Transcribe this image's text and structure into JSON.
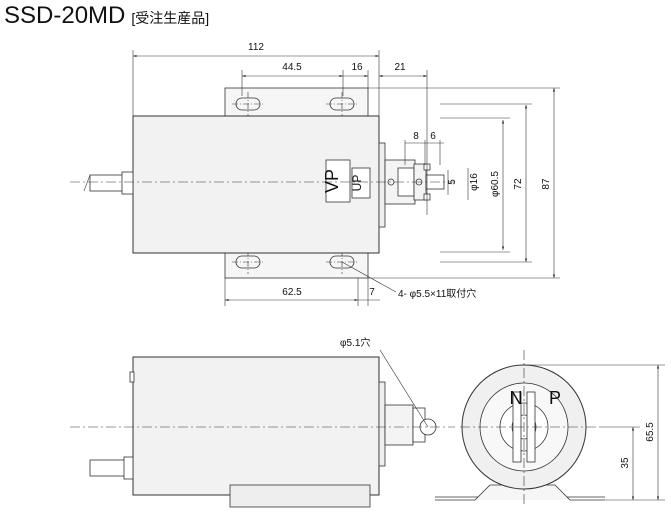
{
  "title": {
    "model": "SSD-20MD",
    "subtitle": "[受注生産品]"
  },
  "dims": {
    "d112": "112",
    "d44_5": "44.5",
    "d16": "16",
    "d21": "21",
    "d8": "8",
    "d6": "6",
    "d5": "5",
    "phi16": "φ16",
    "phi60_5": "φ60.5",
    "d72": "72",
    "d87": "87",
    "d62_5": "62.5",
    "d7": "7",
    "hole_note": "4- φ5.5×11取付穴",
    "hole_side": "φ5.1穴",
    "d65_5": "65.5",
    "d35": "35"
  },
  "labels": {
    "vp": "VP",
    "up": "UP",
    "n": "N",
    "p": "P"
  }
}
